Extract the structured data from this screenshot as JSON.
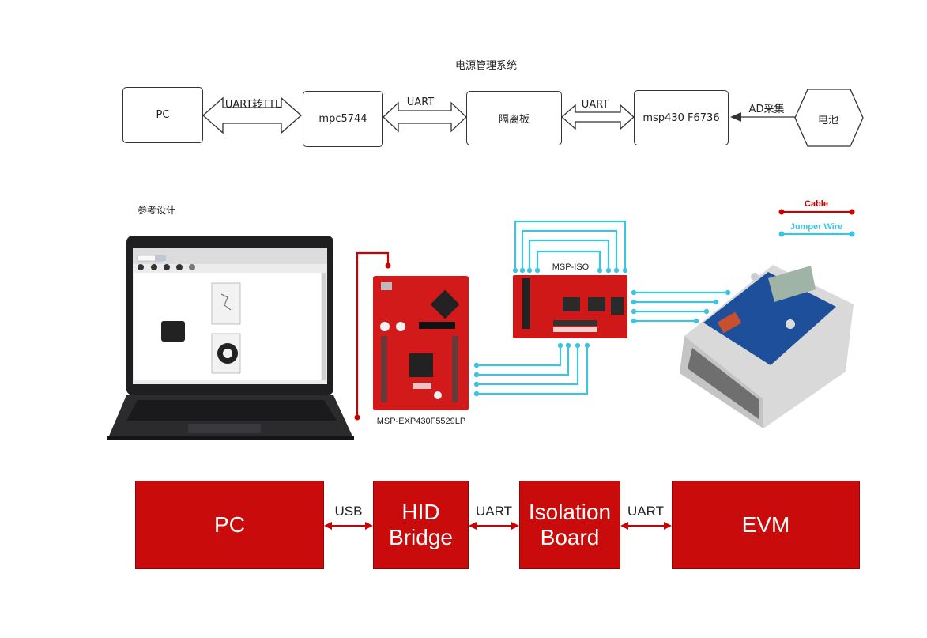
{
  "top_diagram": {
    "title": "电源管理系统",
    "boxes": {
      "pc": "PC",
      "mpc": "mpc5744",
      "isolation": "隔离板",
      "msp": "msp430 F6736",
      "battery": "电池"
    },
    "links": {
      "pc_mpc": "UART转TTL",
      "mpc_iso": "UART",
      "iso_msp": "UART",
      "batt_msp": "AD采集"
    }
  },
  "reference": {
    "title": "参考设计",
    "legend": {
      "cable": "Cable",
      "jumper": "Jumper Wire",
      "cable_color": "#cc0000",
      "jumper_color": "#3cc4e0"
    },
    "labels": {
      "iso_board": "MSP-ISO",
      "launchpad": "MSP-EXP430F5529LP"
    }
  },
  "bottom_diagram": {
    "colors": {
      "box": "#c90b0b",
      "arrow": "#cc0000"
    },
    "boxes": {
      "pc": "PC",
      "hid_line1": "HID",
      "hid_line2": "Bridge",
      "iso_line1": "Isolation",
      "iso_line2": "Board",
      "evm": "EVM"
    },
    "links": {
      "pc_hid": "USB",
      "hid_iso": "UART",
      "iso_evm": "UART"
    }
  }
}
